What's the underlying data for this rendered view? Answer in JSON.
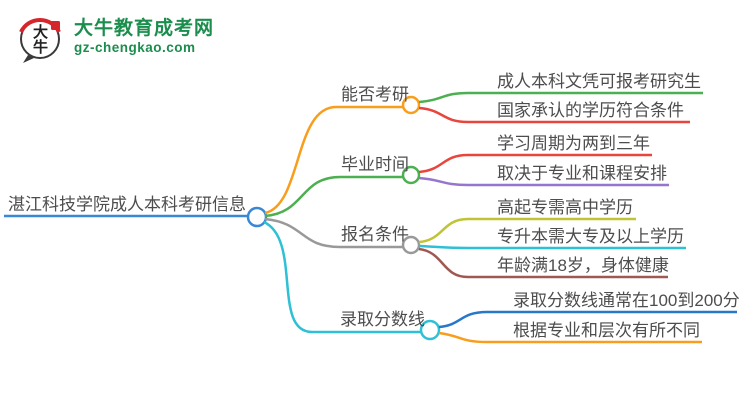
{
  "logo": {
    "icon_text": "大牛",
    "site_name": "大牛教育成考网",
    "site_domain": "gz-chengkao.com",
    "brand_green": "#1b8d4d",
    "brand_red": "#d5262c",
    "icon_outline": "#3a3a3a"
  },
  "text_color": "#4d4d4d",
  "root": {
    "label": "湛江科技学院成人本科考研信息",
    "color": "#3a87d6"
  },
  "branches": [
    {
      "label": "能否考研",
      "color": "#f99d1c",
      "children": [
        {
          "text": "成人本科文凭可报考研究生",
          "color": "#4caf50"
        },
        {
          "text": "国家承认的学历符合条件",
          "color": "#e8453c"
        }
      ]
    },
    {
      "label": "毕业时间",
      "color": "#4caf50",
      "children": [
        {
          "text": "学习周期为两到三年",
          "color": "#e8453c"
        },
        {
          "text": "取决于专业和课程安排",
          "color": "#9575cd"
        }
      ]
    },
    {
      "label": "报名条件",
      "color": "#999999",
      "children": [
        {
          "text": "高起专需高中学历",
          "color": "#bfc437"
        },
        {
          "text": "专升本需大专及以上学历",
          "color": "#2ec0d4"
        },
        {
          "text": "年龄满18岁，身体健康",
          "color": "#9e5a52"
        }
      ]
    },
    {
      "label": "录取分数线",
      "color": "#2ec0d4",
      "children": [
        {
          "text": "录取分数线通常在100到200分",
          "color": "#2778c8"
        },
        {
          "text": "根据专业和层次有所不同",
          "color": "#f99d1c"
        }
      ]
    }
  ]
}
